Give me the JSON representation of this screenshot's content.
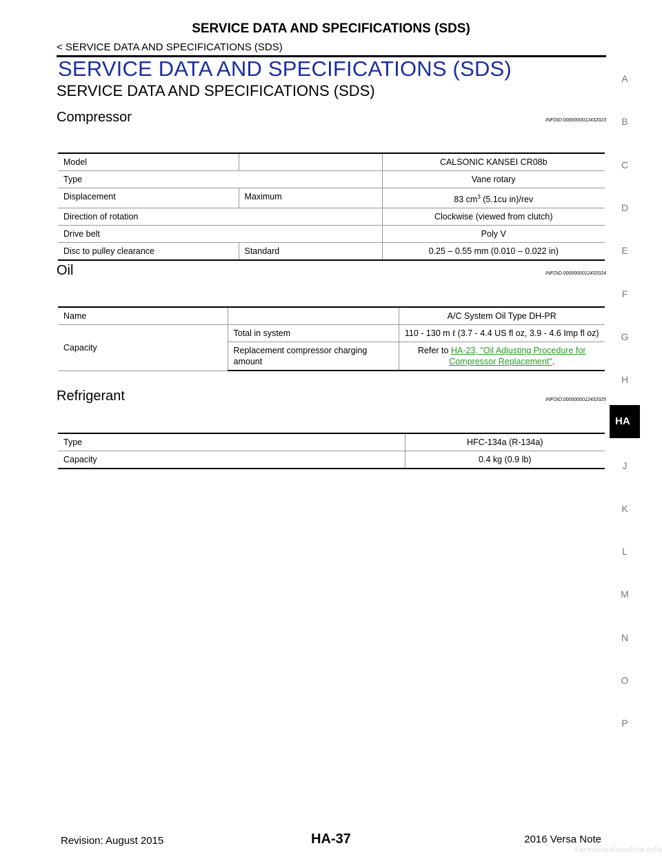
{
  "header": {
    "title": "SERVICE DATA AND SPECIFICATIONS (SDS)",
    "breadcrumb": "< SERVICE DATA AND SPECIFICATIONS (SDS)"
  },
  "main_title": "SERVICE DATA AND SPECIFICATIONS (SDS)",
  "sub_title": "SERVICE DATA AND SPECIFICATIONS (SDS)",
  "compressor": {
    "title": "Compressor",
    "infoid": "INFOID:0000000012432023",
    "model_label": "Model",
    "model_value": "CALSONIC KANSEI CR08b",
    "type_label": "Type",
    "type_value": "Vane rotary",
    "disp_label": "Displacement",
    "disp_sub": "Maximum",
    "disp_value_pre": "83 cm",
    "disp_value_sup": "3",
    "disp_value_post": " (5.1cu in)/rev",
    "rot_label": "Direction of rotation",
    "rot_value": "Clockwise (viewed from clutch)",
    "belt_label": "Drive belt",
    "belt_value": "Poly V",
    "disc_label": "Disc to pulley clearance",
    "disc_sub": "Standard",
    "disc_value": "0.25 – 0.55 mm (0.010 – 0.022 in)"
  },
  "oil": {
    "title": "Oil",
    "infoid": "INFOID:0000000012432024",
    "name_label": "Name",
    "name_value": "A/C System Oil Type DH-PR",
    "cap_label": "Capacity",
    "total_label": "Total in system",
    "total_value": "110 - 130 m ℓ (3.7 - 4.4 US fl oz, 3.9 - 4.6 Imp fl oz)",
    "repl_label": "Replacement compressor charging amount",
    "repl_pre": "Refer to ",
    "repl_link": "HA-23, \"Oil Adjusting Procedure for Compressor Replacement\"",
    "repl_post": "."
  },
  "refrigerant": {
    "title": "Refrigerant",
    "infoid": "INFOID:0000000012432025",
    "type_label": "Type",
    "type_value": "HFC-134a (R-134a)",
    "cap_label": "Capacity",
    "cap_value": "0.4 kg (0.9 lb)"
  },
  "side_index": [
    "A",
    "B",
    "C",
    "D",
    "E",
    "F",
    "G",
    "H",
    "HA",
    "J",
    "K",
    "L",
    "M",
    "N",
    "O",
    "P"
  ],
  "footer": {
    "revision": "Revision: August 2015",
    "page": "HA-37",
    "model": "2016 Versa Note",
    "watermark": "carmanualsonline.info"
  }
}
